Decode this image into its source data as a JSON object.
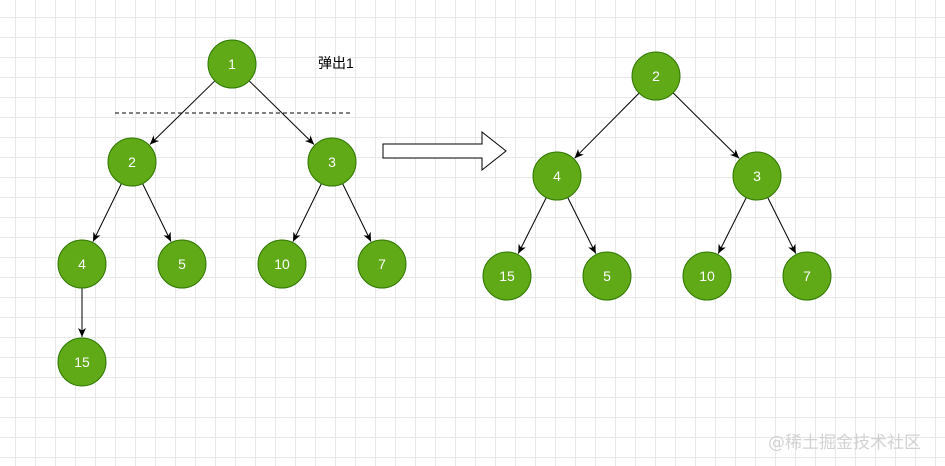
{
  "diagram": {
    "colors": {
      "node_fill": "#60a917",
      "node_stroke": "#2d7600",
      "node_text": "#ffffff",
      "edge": "#000000",
      "grid": "#e8e8e8"
    },
    "annotation": "弹出1",
    "before_tree": {
      "nodes": [
        {
          "id": "b1",
          "label": "1"
        },
        {
          "id": "b2",
          "label": "2"
        },
        {
          "id": "b3",
          "label": "3"
        },
        {
          "id": "b4",
          "label": "4"
        },
        {
          "id": "b5",
          "label": "5"
        },
        {
          "id": "b10",
          "label": "10"
        },
        {
          "id": "b7",
          "label": "7"
        },
        {
          "id": "b15",
          "label": "15"
        }
      ],
      "edges": [
        [
          "b1",
          "b2"
        ],
        [
          "b1",
          "b3"
        ],
        [
          "b2",
          "b4"
        ],
        [
          "b2",
          "b5"
        ],
        [
          "b3",
          "b10"
        ],
        [
          "b3",
          "b7"
        ],
        [
          "b4",
          "b15"
        ]
      ]
    },
    "after_tree": {
      "nodes": [
        {
          "id": "a2",
          "label": "2"
        },
        {
          "id": "a4",
          "label": "4"
        },
        {
          "id": "a3",
          "label": "3"
        },
        {
          "id": "a15",
          "label": "15"
        },
        {
          "id": "a5",
          "label": "5"
        },
        {
          "id": "a10",
          "label": "10"
        },
        {
          "id": "a7",
          "label": "7"
        }
      ],
      "edges": [
        [
          "a2",
          "a4"
        ],
        [
          "a2",
          "a3"
        ],
        [
          "a4",
          "a15"
        ],
        [
          "a4",
          "a5"
        ],
        [
          "a3",
          "a10"
        ],
        [
          "a3",
          "a7"
        ]
      ]
    }
  },
  "watermark": "@稀土掘金技术社区"
}
